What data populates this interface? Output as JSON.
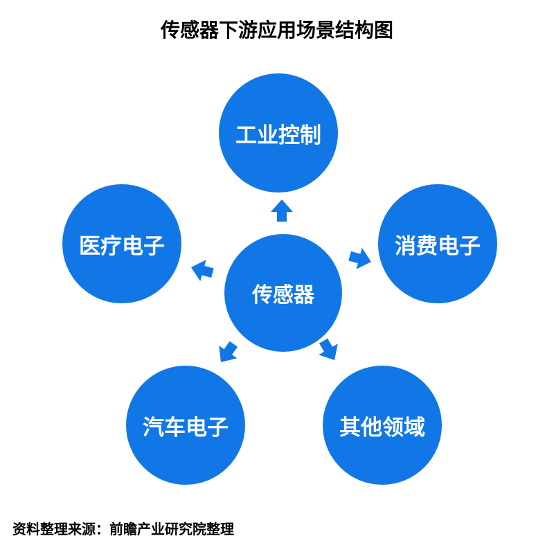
{
  "title": "传感器下游应用场景结构图",
  "diagram": {
    "center": "传感器",
    "nodes": [
      "工业控制",
      "消费电子",
      "其他领域",
      "汽车电子",
      "医疗电子"
    ]
  },
  "source": "资料整理来源：前瞻产业研究院整理",
  "colors": {
    "node": "#1277e6",
    "text": "#ffffff"
  }
}
